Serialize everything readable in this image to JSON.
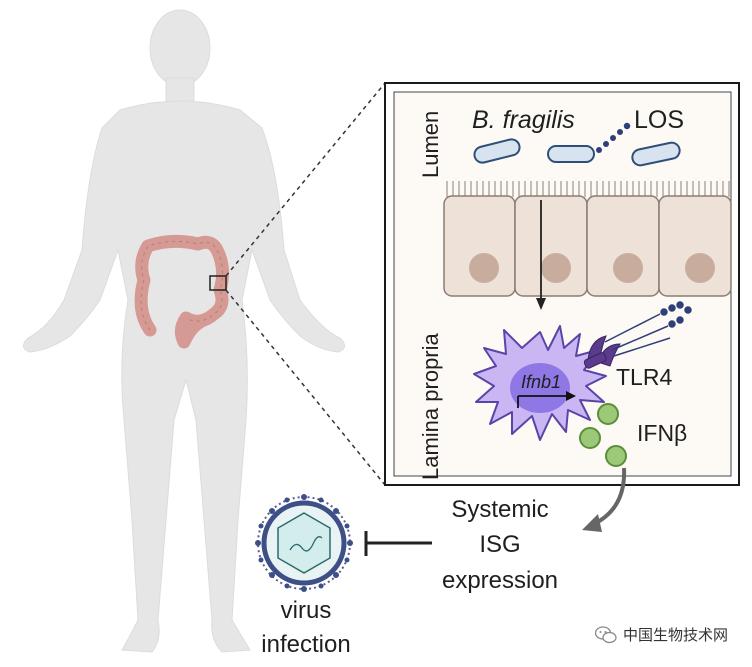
{
  "inset": {
    "lumen_label": "Lumen",
    "lamina_label": "Lamina propria",
    "bacteria_label": "B. fragilis",
    "los_label": "LOS",
    "gene_label": "Ifnb1",
    "receptor_label": "TLR4",
    "cytokine_label": "IFNβ"
  },
  "outcome": {
    "line1": "Systemic",
    "line2": "ISG",
    "line3": "expression"
  },
  "virus": {
    "line1": "virus",
    "line2": "infection"
  },
  "watermark": {
    "text": "中国生物技术网",
    "icon": "wechat-icon"
  },
  "colors": {
    "body": "#e6e6e6",
    "colon": "#d59a93",
    "cell": "#ede1d8",
    "nucleus": "#c9ad9c",
    "dendritic": "#c9b6f3",
    "dc_nucleus": "#8f78e6",
    "ifn": "#9cc978"
  }
}
